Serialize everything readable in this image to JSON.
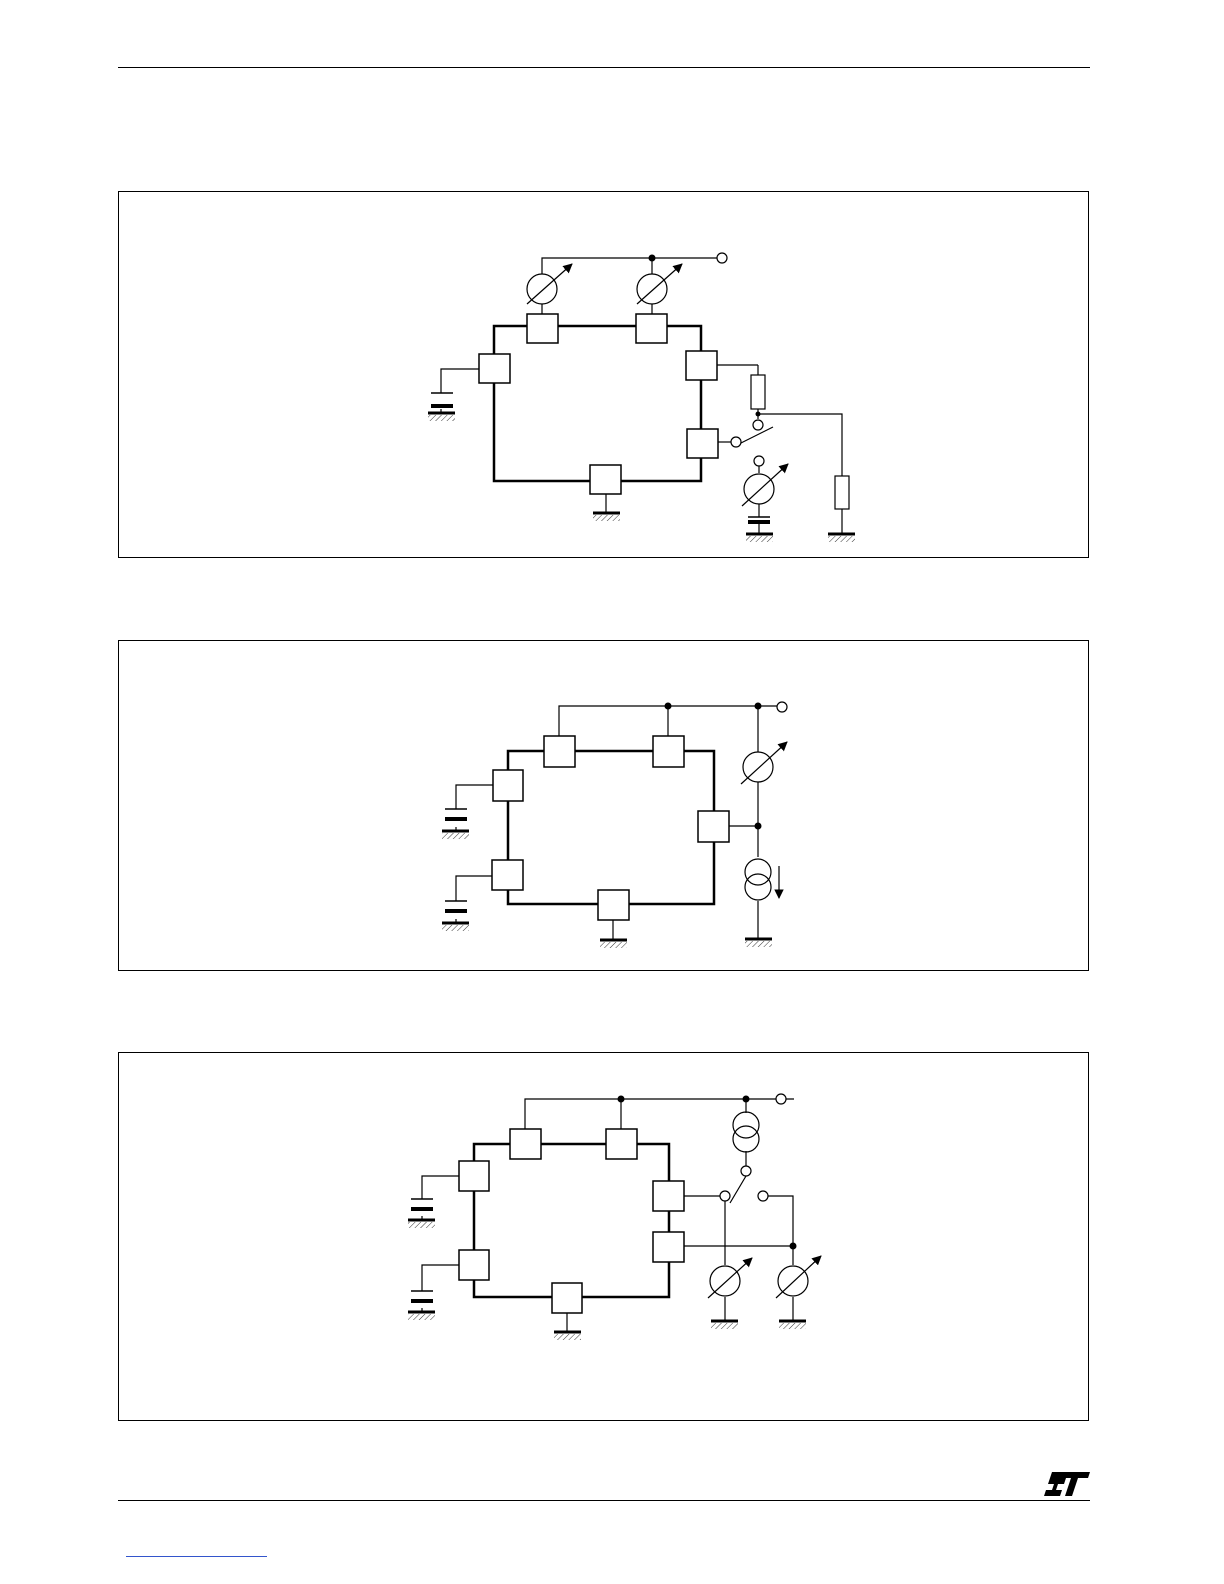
{
  "page": {
    "brand": {
      "name": "ST",
      "logo_icon": "st-logo-icon",
      "color": "#000000"
    },
    "footer_link_color": "#3355cc"
  },
  "figures": [
    {
      "id": "figure-1",
      "icons": [
        "resistor-icon",
        "switch-icon",
        "meter-icon",
        "capacitor-icon",
        "ground-icon"
      ]
    },
    {
      "id": "figure-2",
      "icons": [
        "meter-icon",
        "current-source-icon",
        "capacitor-icon",
        "ground-icon"
      ]
    },
    {
      "id": "figure-3",
      "icons": [
        "current-source-icon",
        "switch-icon",
        "meter-icon",
        "capacitor-icon",
        "ground-icon"
      ]
    }
  ]
}
